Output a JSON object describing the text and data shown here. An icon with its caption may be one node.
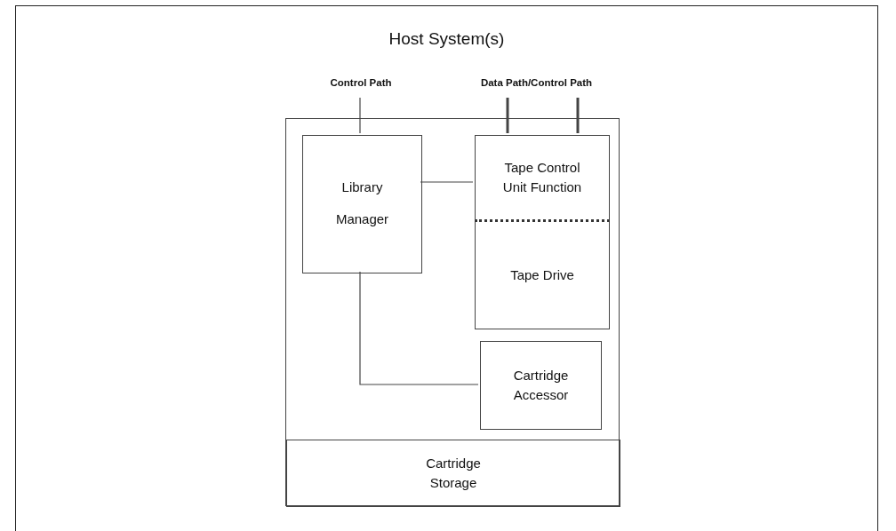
{
  "diagram": {
    "nodes": [
      {
        "text": [
          "Host System(s)"
        ]
      },
      {
        "text": [],
        "shape": "box",
        "in": 0
      },
      {
        "text": [
          "Library Manager"
        ],
        "in": 1
      },
      {
        "text": [
          "Tape Control Unit Function"
        ],
        "in": 1
      },
      {
        "text": [
          "Tape Drive"
        ],
        "in": 1
      },
      {
        "text": [
          "Cartridge Accessor"
        ],
        "in": 1
      },
      {
        "text": [
          "Cartridge Storage"
        ],
        "in": 1
      },
      {
        "text": [
          "Control Path"
        ],
        "in": 0
      },
      {
        "text": [
          "Data Path/Control Path"
        ],
        "in": 0
      }
    ],
    "edges": [
      {
        "from": 7,
        "to": 2,
        "arrow": "none"
      },
      {
        "from": 8,
        "to": 3,
        "arrow": "none",
        "style": "thick"
      },
      {
        "from": 8,
        "to": 3,
        "arrow": "none",
        "style": "thick"
      },
      {
        "from": 2,
        "to": 3,
        "arrow": "none"
      },
      {
        "from": 2,
        "to": 5,
        "arrow": "none"
      }
    ]
  }
}
